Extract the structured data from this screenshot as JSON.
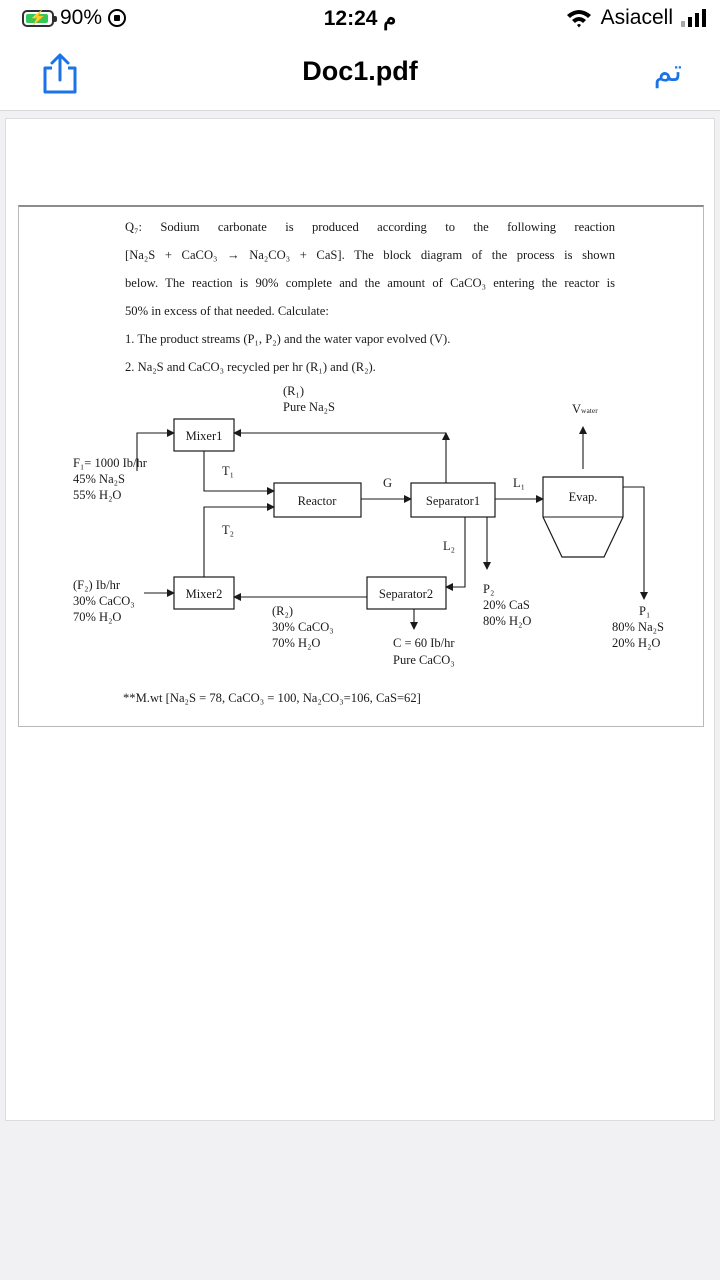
{
  "status_bar": {
    "battery": "90%",
    "time": "12:24 م",
    "carrier": "Asiacell"
  },
  "nav": {
    "title": "Doc1.pdf",
    "done_label": "تم"
  },
  "document": {
    "question_lines": [
      "Q₇: Sodium carbonate is produced according to the following reaction",
      "[Na₂S + CaCO₃ → Na₂CO₃ + CaS]. The block diagram of the process is shown",
      "below. The reaction is 90% complete and the amount of CaCO₃ entering the reactor is",
      "50% in excess of that needed. Calculate:",
      "1. The product streams (P₁, P₂) and the water vapor evolved (V).",
      "2. Na₂S and CaCO₃ recycled per hr (R₁) and (R₂)."
    ],
    "diagram": {
      "blocks": {
        "mixer1": "Mixer1",
        "mixer2": "Mixer2",
        "reactor": "Reactor",
        "separator1": "Separator1",
        "separator2": "Separator2",
        "evap": "Evap."
      },
      "labels": {
        "r1": "(R₁)",
        "r1_comp": "Pure Na₂S",
        "v_water": "V",
        "v_water_sub": "water",
        "f1_1": "F₁= 1000 Ib/hr",
        "f1_2": "45% Na₂S",
        "f1_3": "55% H₂O",
        "t1": "T₁",
        "t2": "T₂",
        "g": "G",
        "l1": "L₁",
        "l2": "L₂",
        "f2_1": "(F₂) Ib/hr",
        "f2_2": "30% CaCO₃",
        "f2_3": "70% H₂O",
        "r2_1": "(R₂)",
        "r2_2": "30% CaCO₃",
        "r2_3": "70% H₂O",
        "c_1": "C = 60 Ib/hr",
        "c_2": "Pure CaCO₃",
        "p2_1": "P₂",
        "p2_2": "20% CaS",
        "p2_3": "80% H₂O",
        "p1_1": "P₁",
        "p1_2": "80% Na₂S",
        "p1_3": "20% H₂O"
      }
    },
    "molecular_weights": "**M.wt [Na₂S = 78, CaCO₃ = 100, Na₂CO₃=106, CaS=62]"
  }
}
